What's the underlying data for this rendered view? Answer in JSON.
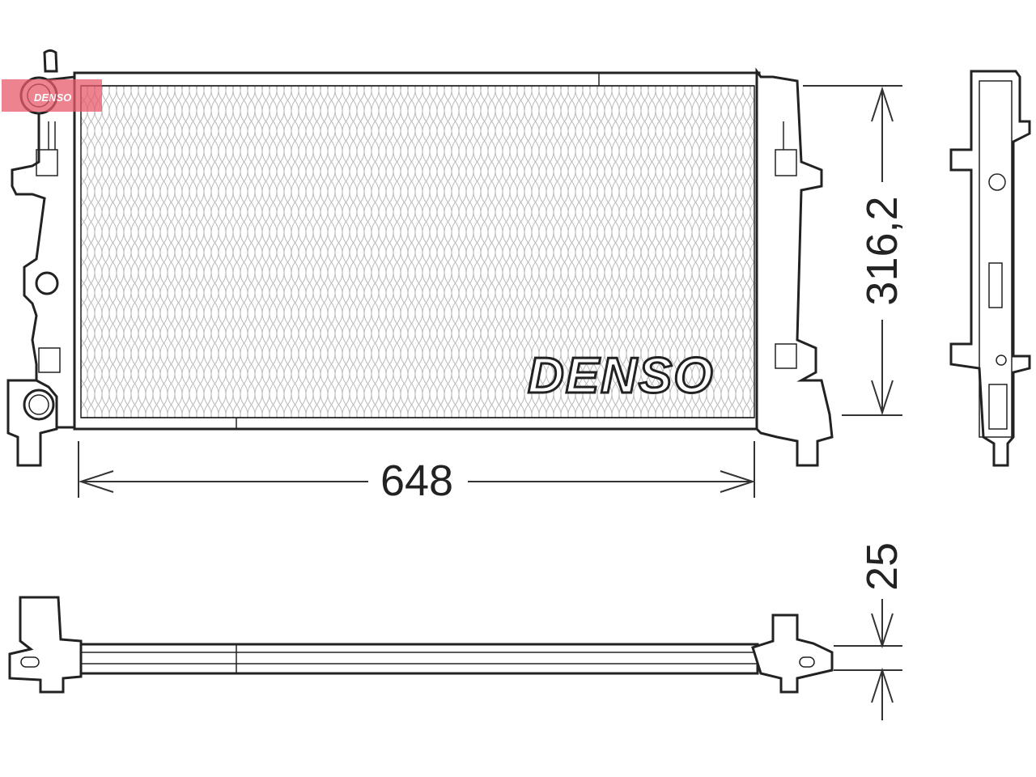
{
  "watermark": {
    "text": "DENSO",
    "color": "#e85a6a"
  },
  "brand_label": "DENSO",
  "dimensions": {
    "width": "648",
    "height": "316,2",
    "depth": "25"
  },
  "colors": {
    "line": "#222222",
    "fin_pattern": "#bbbbbb",
    "background": "#ffffff"
  }
}
